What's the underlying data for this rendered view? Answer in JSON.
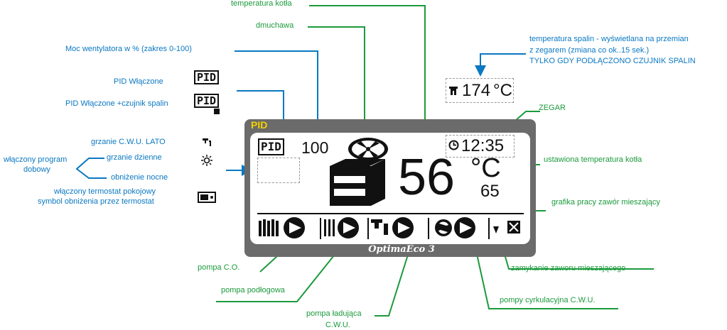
{
  "annotations": {
    "temp_kotla": "temperatura kotła",
    "dmuchawa": "dmuchawa",
    "moc_wentylatora": "Moc  wentylatora w % (zakres 0-100)",
    "spaliny_1": "temperatura spalin - wyświetlana na przemian",
    "spaliny_2": "z zegarem (zmiana co ok..15  sek.)",
    "spaliny_3": "TYLKO GDY PODŁĄCZONO CZUJNIK SPALIN",
    "pid_wlaczone": "PID Włączone",
    "pid_czujnik": "PID Włączone +czujnik spalin",
    "zegar": "ZEGAR",
    "grzanie_cwu": "grzanie C.W.U. LATO",
    "program_1": "włączony program",
    "program_2": "dobowy",
    "grzanie_dzienne": "grzanie dzienne",
    "obnizenie_nocne": "obniżenie nocne",
    "termostat_1": "włączony termostat pokojowy",
    "termostat_2": "symbol obniżenia przez termostat",
    "ustawiona_temp": "ustawiona temperatura kotła",
    "grafika_zawor": "grafika pracy zawór mieszający",
    "pompa_co": "pompa C.O.",
    "zamykanie_zaworu": "zamykanie zaworu mieszającego",
    "pompa_podlogowa": "pompa podłogowa",
    "pompy_cyrk": "pompy cyrkulacyjna C.W.U.",
    "pompa_ladujaca_1": "pompa ładująca",
    "pompa_ladujaca_2": "C.W.U."
  },
  "display": {
    "pid_header": "PID",
    "pid_box": "PID",
    "fan_power": "100",
    "boiler_temp": "56",
    "temp_unit": "°C",
    "set_temp": "65",
    "clock": "12:35",
    "flue_temp": "174",
    "flue_unit": "°C",
    "brand": "OptimaEco 3"
  },
  "colors": {
    "annotation_blue": "#0a78c2",
    "annotation_green": "#1b9a3c",
    "pid_yellow": "#f5d000",
    "frame_gray": "#6b6b6b"
  }
}
